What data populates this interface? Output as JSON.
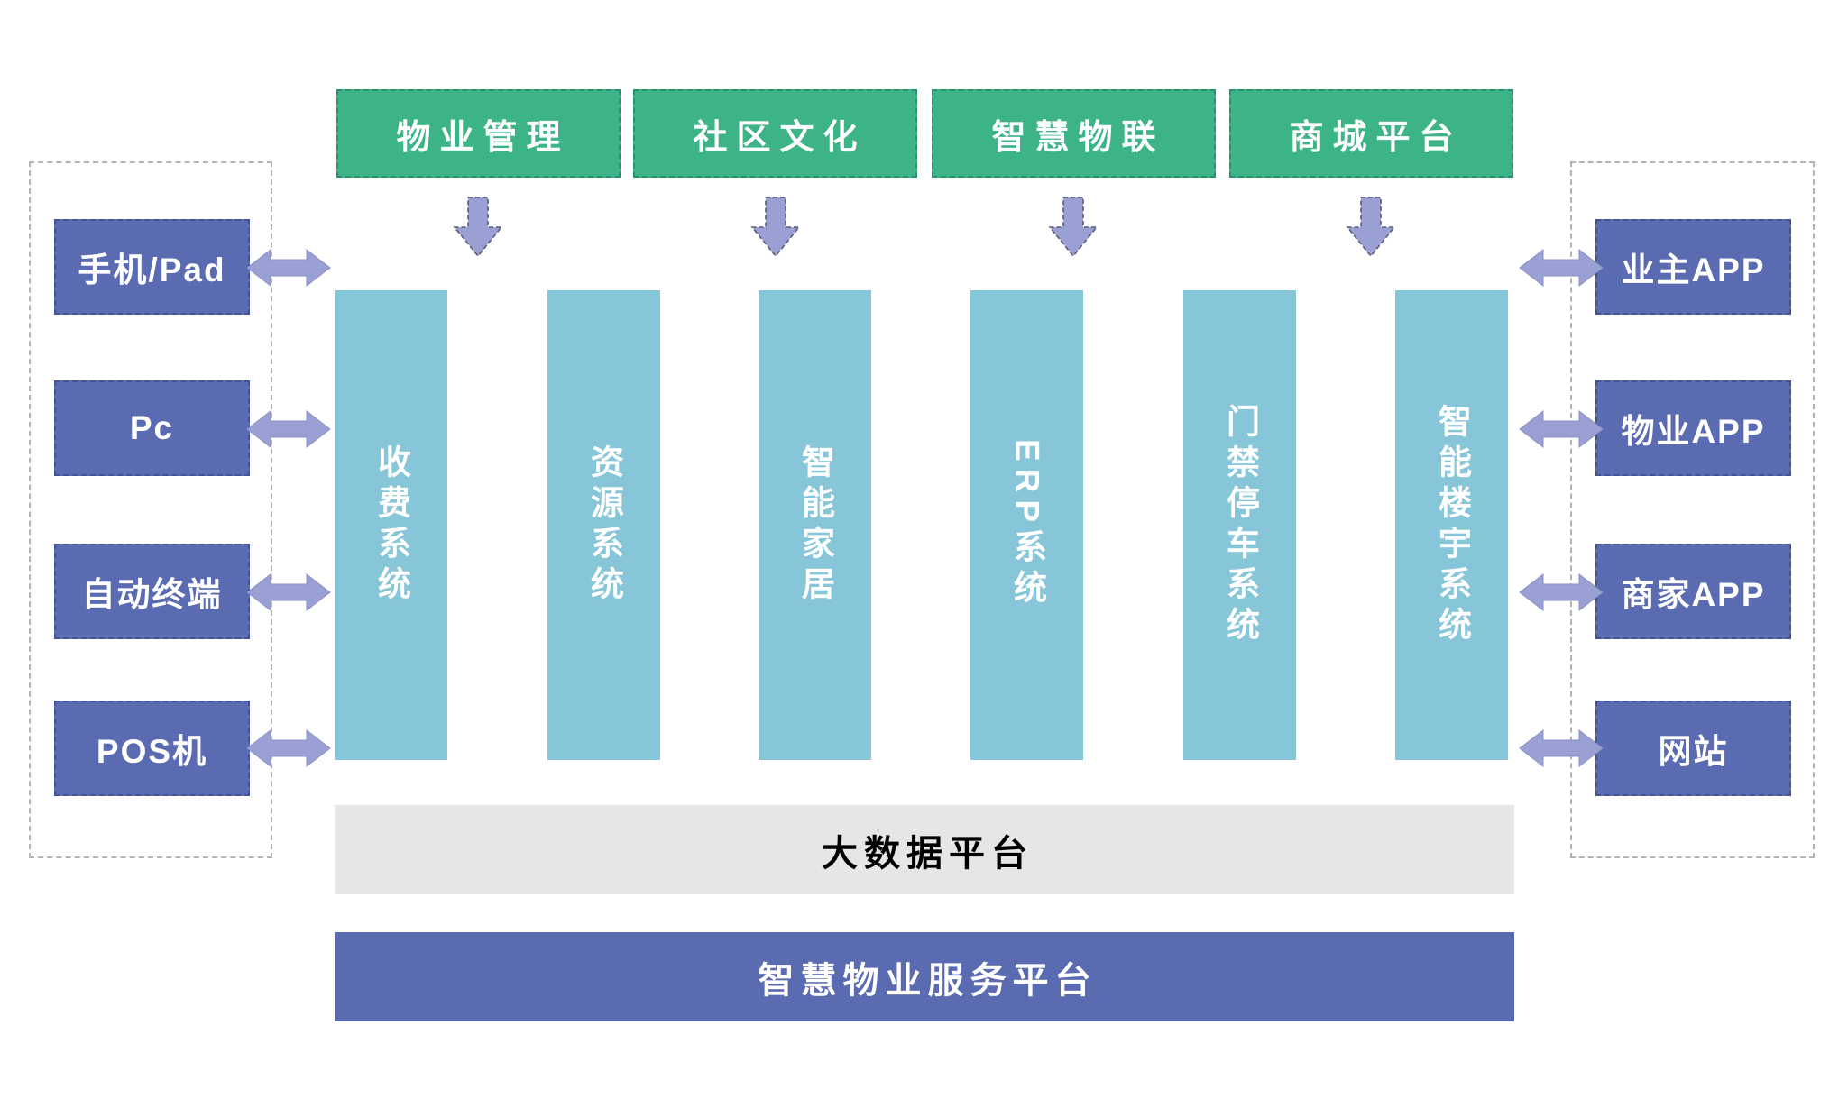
{
  "top_modules": [
    {
      "label": "物业管理"
    },
    {
      "label": "社区文化"
    },
    {
      "label": "智慧物联"
    },
    {
      "label": "商城平台"
    }
  ],
  "system_columns": [
    {
      "label": "收费系统"
    },
    {
      "label": "资源系统"
    },
    {
      "label": "智能家居"
    },
    {
      "label": "ERP系统"
    },
    {
      "label": "门禁停车系统"
    },
    {
      "label": "智能楼宇系统"
    }
  ],
  "left_terminals": [
    {
      "label": "手机/Pad"
    },
    {
      "label": "Pc"
    },
    {
      "label": "自动终端"
    },
    {
      "label": "POS机"
    }
  ],
  "right_terminals": [
    {
      "label": "业主APP"
    },
    {
      "label": "物业APP"
    },
    {
      "label": "商家APP"
    },
    {
      "label": "网站"
    }
  ],
  "platform_bars": {
    "big_data": "大数据平台",
    "service": "智慧物业服务平台"
  },
  "colors": {
    "module_green": "#3CB487",
    "terminal_blue": "#5A6BB2",
    "system_teal": "#86C6D8",
    "arrow_purple": "#9BA0D4",
    "big_data_gray": "#E6E6E6",
    "dashed_border_gray": "#B3B3B3"
  }
}
